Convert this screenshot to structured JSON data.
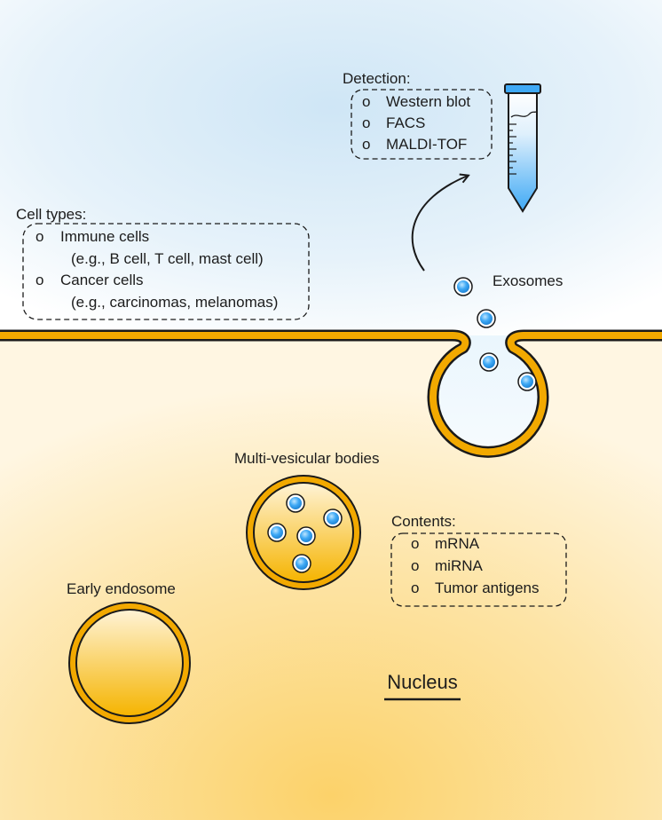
{
  "detection": {
    "heading": "Detection:",
    "bullet": "o",
    "items": [
      "Western blot",
      "FACS",
      "MALDI-TOF"
    ]
  },
  "cell_types": {
    "heading": "Cell types:",
    "bullet": "o",
    "items": [
      "Immune cells",
      "(e.g., B cell, T cell, mast cell)",
      "Cancer cells",
      "(e.g., carcinomas, melanomas)"
    ]
  },
  "exosomes_label": "Exosomes",
  "mvb_label": "Multi-vesicular bodies",
  "contents": {
    "heading": "Contents:",
    "bullet": "o",
    "items": [
      "mRNA",
      "miRNA",
      "Tumor antigens"
    ]
  },
  "early_endosome_label": "Early endosome",
  "nucleus_label": "Nucleus",
  "colors": {
    "membrane": "#f2a900",
    "outline": "#1a1a1a",
    "vesicle_blue": "#3fa9f5",
    "cytoplasm": "#fde7b0",
    "extracellular": "#d8ecf8"
  }
}
